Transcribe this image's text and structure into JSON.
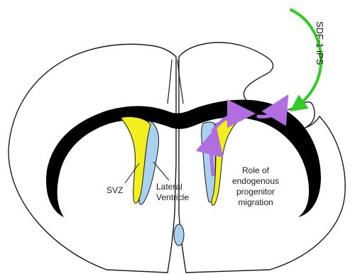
{
  "labels": {
    "svz": "SVZ",
    "lateral_ventricle_line1": "Lateral",
    "lateral_ventricle_line2": "Ventricle",
    "role_line1": "Role of",
    "role_line2": "endogenous",
    "role_line3": "progenitor",
    "role_line4": "migration",
    "sdf1_label": "SDF-1 iPS"
  },
  "colors": {
    "outline": "#1a1a1a",
    "corpus_callosum": "#000000",
    "svz_fill": "#f2ef1f",
    "ventricle_fill": "#a9d2ee",
    "migration_arrow": "#b06ee0",
    "injection_arrow": "#33cc22",
    "background": "#ffffff"
  }
}
